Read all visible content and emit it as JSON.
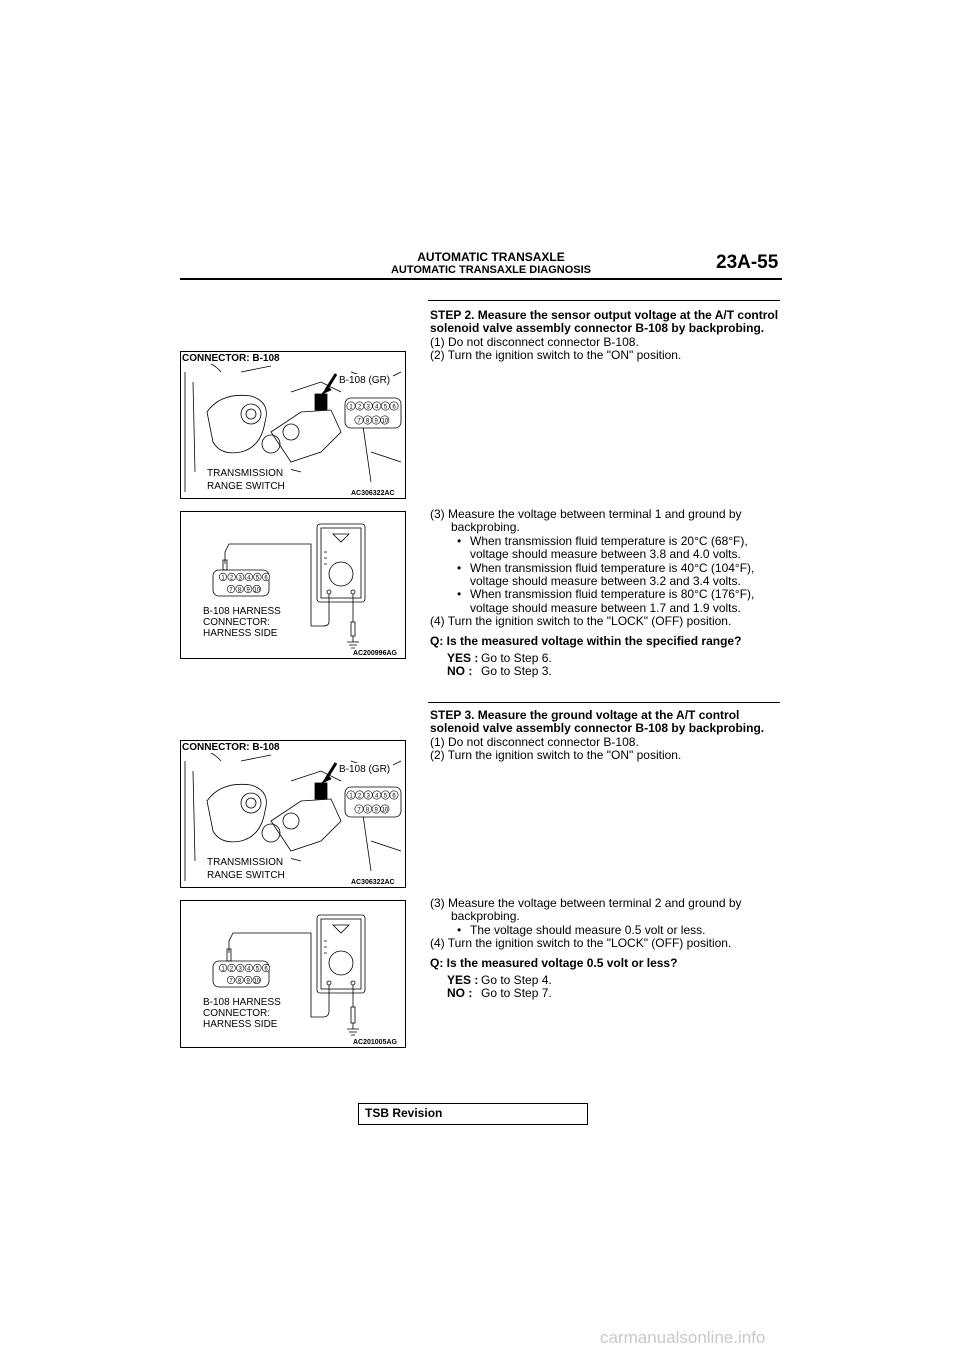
{
  "header": {
    "title": "AUTOMATIC TRANSAXLE",
    "subtitle": "AUTOMATIC TRANSAXLE DIAGNOSIS",
    "page": "23A-55"
  },
  "step2": {
    "heading": "STEP 2. Measure the sensor output voltage at the A/T control solenoid valve assembly connector B-108 by backprobing.",
    "items_a": [
      "(1) Do not disconnect connector B-108.",
      "(2) Turn the ignition switch to the \"ON\" position."
    ],
    "item3": "(3) Measure the voltage between terminal 1 and ground by backprobing.",
    "bullets": [
      "When transmission fluid temperature is 20°C (68°F), voltage should measure between 3.8 and 4.0 volts.",
      "When transmission fluid temperature is 40°C (104°F), voltage should measure between 3.2 and 3.4 volts.",
      "When transmission fluid temperature is 80°C (176°F), voltage should measure between 1.7 and 1.9 volts."
    ],
    "item4": "(4) Turn the ignition switch to the \"LOCK\" (OFF) position.",
    "question": "Q: Is the measured voltage within the specified range?",
    "yes_label": "YES :",
    "yes_text": "Go to Step 6.",
    "no_label": "NO :",
    "no_text": "Go to Step 3."
  },
  "step3": {
    "heading": "STEP 3. Measure the ground voltage at the A/T control solenoid valve assembly connector B-108 by backprobing.",
    "items_a": [
      "(1) Do not disconnect connector B-108.",
      "(2) Turn the ignition switch to the \"ON\" position."
    ],
    "item3": "(3) Measure the voltage between terminal 2 and ground by backprobing.",
    "bullets": [
      "The voltage should measure 0.5 volt or less."
    ],
    "item4": "(4) Turn the ignition switch to the \"LOCK\" (OFF) position.",
    "question": "Q: Is the measured voltage 0.5 volt or less?",
    "yes_label": "YES :",
    "yes_text": "Go to Step 4.",
    "no_label": "NO :",
    "no_text": "Go to Step 7."
  },
  "figures": {
    "fig1": {
      "connector": "CONNECTOR: B-108",
      "tag": "B-108 (GR)",
      "switch_l1": "TRANSMISSION",
      "switch_l2": "RANGE SWITCH",
      "code": "AC306322AC"
    },
    "fig2": {
      "l1": "B-108  HARNESS",
      "l2": "CONNECTOR:",
      "l3": "HARNESS SIDE",
      "code": "AC200996AG"
    },
    "fig3": {
      "connector": "CONNECTOR: B-108",
      "tag": "B-108 (GR)",
      "switch_l1": "TRANSMISSION",
      "switch_l2": "RANGE SWITCH",
      "code": "AC306322AC"
    },
    "fig4": {
      "l1": "B-108 HARNESS",
      "l2": "CONNECTOR:",
      "l3": "HARNESS SIDE",
      "code": "AC201005AG"
    }
  },
  "pins": {
    "top": [
      "1",
      "2",
      "3",
      "4",
      "5",
      "6"
    ],
    "bottom": [
      "7",
      "8",
      "9",
      "10"
    ]
  },
  "bullet_glyph": "•",
  "footer": {
    "label": "TSB Revision"
  },
  "watermark": "carmanualsonline.info"
}
